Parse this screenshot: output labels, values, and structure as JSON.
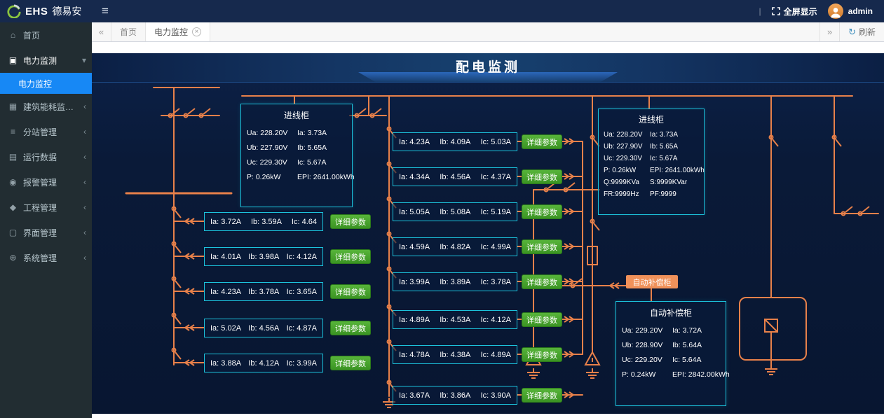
{
  "topbar": {
    "brand_abbr": "EHS",
    "brand_name": "德易安",
    "fullscreen_label": "全屏显示",
    "username": "admin"
  },
  "tabbar": {
    "tabs": [
      "首页",
      "电力监控"
    ],
    "refresh_label": "刷新"
  },
  "sidebar": {
    "items": [
      "首页",
      "电力监测",
      "建筑能耗监测系统",
      "分站管理",
      "运行数据",
      "报警管理",
      "工程管理",
      "界面管理",
      "系统管理"
    ],
    "submenu_label": "电力监控"
  },
  "icons": {
    "home": "⌂",
    "power": "▣",
    "building": "▦",
    "substation": "≡",
    "data": "▤",
    "alarm": "◉",
    "project": "◆",
    "interface": "▢",
    "system": "⊕",
    "menu": "≡",
    "chevron_collapsed": "‹",
    "chevron_expanded": "▾",
    "tab_close": "×",
    "nav_left": "«",
    "nav_right": "»",
    "refresh": "↻",
    "divider": "|"
  },
  "stage": {
    "title": "配电监测",
    "detail_button_label": "详细参数",
    "comp_button_label": "自动补偿柜",
    "incoming_left": {
      "title": "进线柜",
      "rows": [
        [
          "Ua: 228.20V",
          "Ia: 3.73A"
        ],
        [
          "Ub: 227.90V",
          "Ib: 5.65A"
        ],
        [
          "Uc: 229.30V",
          "Ic: 5.67A"
        ],
        [
          "P: 0.26kW",
          "EPI: 2641.00kWh"
        ]
      ]
    },
    "incoming_right": {
      "title": "进线柜",
      "rows": [
        [
          "Ua: 228.20V",
          "Ia: 3.73A"
        ],
        [
          "Ub: 227.90V",
          "Ib: 5.65A"
        ],
        [
          "Uc: 229.30V",
          "Ic: 5.67A"
        ],
        [
          "P: 0.26kW",
          "EPI: 2641.00kWh"
        ],
        [
          "Q:9999KVa",
          "S:9999KVar"
        ],
        [
          "FR:9999Hz",
          "PF:9999"
        ]
      ]
    },
    "compensation": {
      "title": "自动补偿柜",
      "rows": [
        [
          "Ua: 229.20V",
          "Ia: 3.72A"
        ],
        [
          "Ub: 228.90V",
          "Ib: 5.64A"
        ],
        [
          "Uc: 229.20V",
          "Ic: 5.64A"
        ],
        [
          "P: 0.24kW",
          "EPI: 2842.00kWh"
        ]
      ]
    },
    "left_feeders": [
      [
        "Ia: 3.72A",
        "Ib: 3.59A",
        "Ic: 4.64"
      ],
      [
        "Ia: 4.01A",
        "Ib: 3.98A",
        "Ic: 4.12A"
      ],
      [
        "Ia: 4.23A",
        "Ib: 3.78A",
        "Ic: 3.65A"
      ],
      [
        "Ia: 5.02A",
        "Ib: 4.56A",
        "Ic: 4.87A"
      ],
      [
        "Ia: 3.88A",
        "Ib: 4.12A",
        "Ic: 3.99A"
      ]
    ],
    "mid_feeders": [
      [
        "Ia: 4.23A",
        "Ib: 4.09A",
        "Ic: 5.03A"
      ],
      [
        "Ia: 4.34A",
        "Ib: 4.56A",
        "Ic: 4.37A"
      ],
      [
        "Ia: 5.05A",
        "Ib: 5.08A",
        "Ic: 5.19A"
      ],
      [
        "Ia: 4.59A",
        "Ib: 4.82A",
        "Ic: 4.99A"
      ],
      [
        "Ia: 3.99A",
        "Ib: 3.89A",
        "Ic: 3.78A"
      ],
      [
        "Ia: 4.89A",
        "Ib: 4.53A",
        "Ic: 4.12A"
      ],
      [
        "Ia: 4.78A",
        "Ib: 4.38A",
        "Ic: 4.89A"
      ],
      [
        "Ia: 3.67A",
        "Ib: 3.86A",
        "Ic: 3.90A"
      ]
    ]
  },
  "colors": {
    "topbar_bg": "#16294d",
    "sidebar_bg": "#222d32",
    "accent_blue": "#1788f5",
    "stage_bg": "#0a1a38",
    "diagram_orange": "#e8814a",
    "box_cyan": "#1cc3dc",
    "button_green": "#3b9423",
    "button_orange": "#f0915a"
  }
}
